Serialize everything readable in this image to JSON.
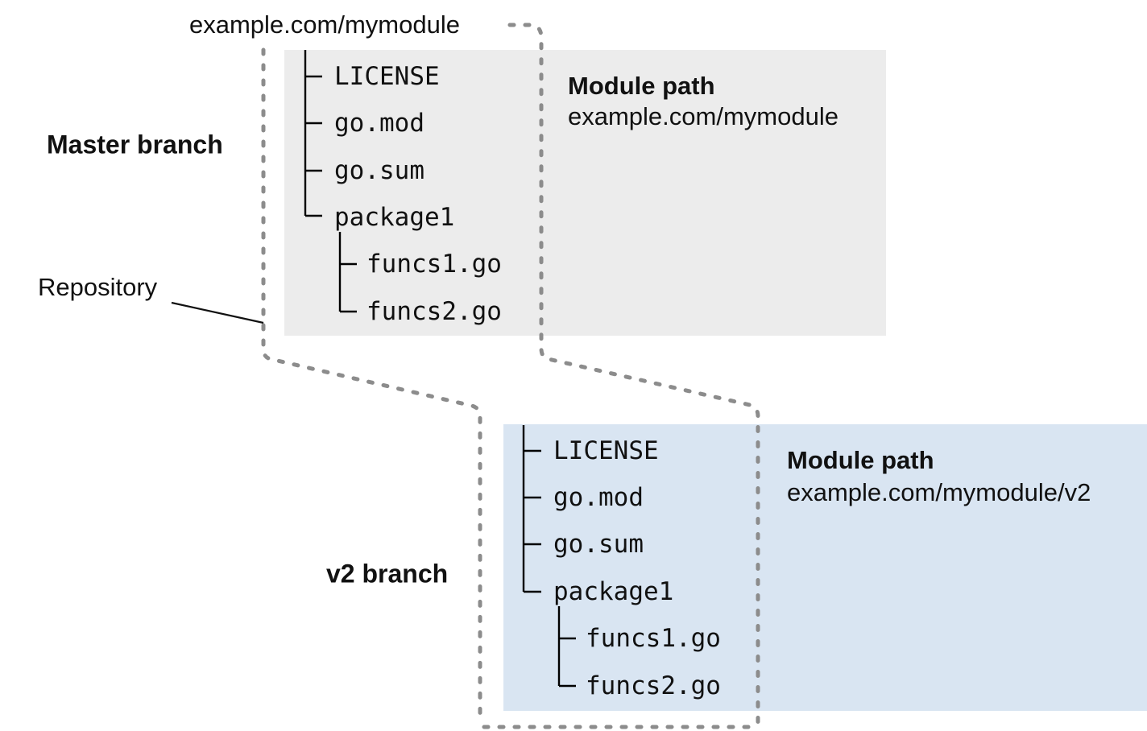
{
  "diagram": {
    "repository_label": "example.com/mymodule",
    "repository_annotation": "Repository",
    "colors": {
      "master_box": "#ececec",
      "v2_box": "#d9e5f2",
      "dashed_line": "#8c8c8c",
      "text": "#111111"
    },
    "branches": [
      {
        "name": "Master branch",
        "module_path_title": "Module path",
        "module_path_value": "example.com/mymodule",
        "files": [
          "LICENSE",
          "go.mod",
          "go.sum",
          "package1"
        ],
        "package_files": [
          "funcs1.go",
          "funcs2.go"
        ]
      },
      {
        "name": "v2 branch",
        "module_path_title": "Module path",
        "module_path_value": "example.com/mymodule/v2",
        "files": [
          "LICENSE",
          "go.mod",
          "go.sum",
          "package1"
        ],
        "package_files": [
          "funcs1.go",
          "funcs2.go"
        ]
      }
    ]
  }
}
